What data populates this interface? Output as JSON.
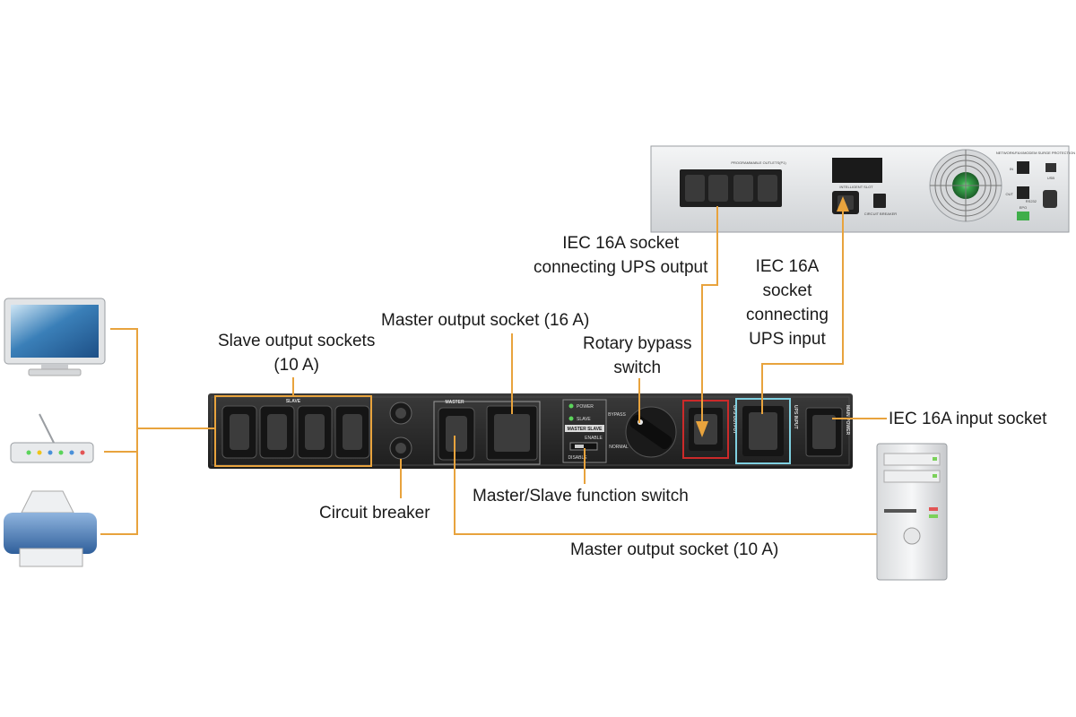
{
  "labels": {
    "ups_output_socket": [
      "IEC 16A socket",
      "connecting UPS output"
    ],
    "ups_input_socket": [
      "IEC 16A",
      "socket",
      "connecting",
      "UPS input"
    ],
    "master_output_16a": "Master output socket (16 A)",
    "slave_output": [
      "Slave output sockets",
      "(10 A)"
    ],
    "rotary_bypass": [
      "Rotary bypass",
      "switch"
    ],
    "input_socket": "IEC 16A input socket",
    "master_slave_switch": "Master/Slave function switch",
    "circuit_breaker": "Circuit breaker",
    "master_output_10a": "Master output socket (10 A)"
  },
  "device_text": {
    "slave": "SLAVE",
    "master": "MASTER",
    "power": "POWER",
    "slave_led": "SLAVE",
    "master_slave": "MASTER SLAVE",
    "enable": "ENABLE",
    "disable": "DISABLE",
    "bypass": "BYPASS",
    "normal": "NORMAL",
    "ups_output": "UPS OUTPUT",
    "ups_input": "UPS INPUT",
    "main_power": "MAIN POWER",
    "programmable_outlets": "PROGRAMMABLE OUTLETS(P1)",
    "intelligent_slot": "INTELLIGENT SLOT",
    "circuit_breaker_small": "CIRCUIT BREAKER",
    "network_protection": "NETWORK/FAX/MODEM SURGE PROTECTION",
    "in": "IN",
    "out": "OUT",
    "usb": "USB",
    "rs232": "RS232",
    "epo": "EPO"
  },
  "colors": {
    "callout_line": "#e8a33d",
    "device_body": "#2b2b2b",
    "socket_box_red": "#cc2a2a",
    "socket_box_blue": "#7fd0e0",
    "ups_body": "#e4e6e8"
  }
}
